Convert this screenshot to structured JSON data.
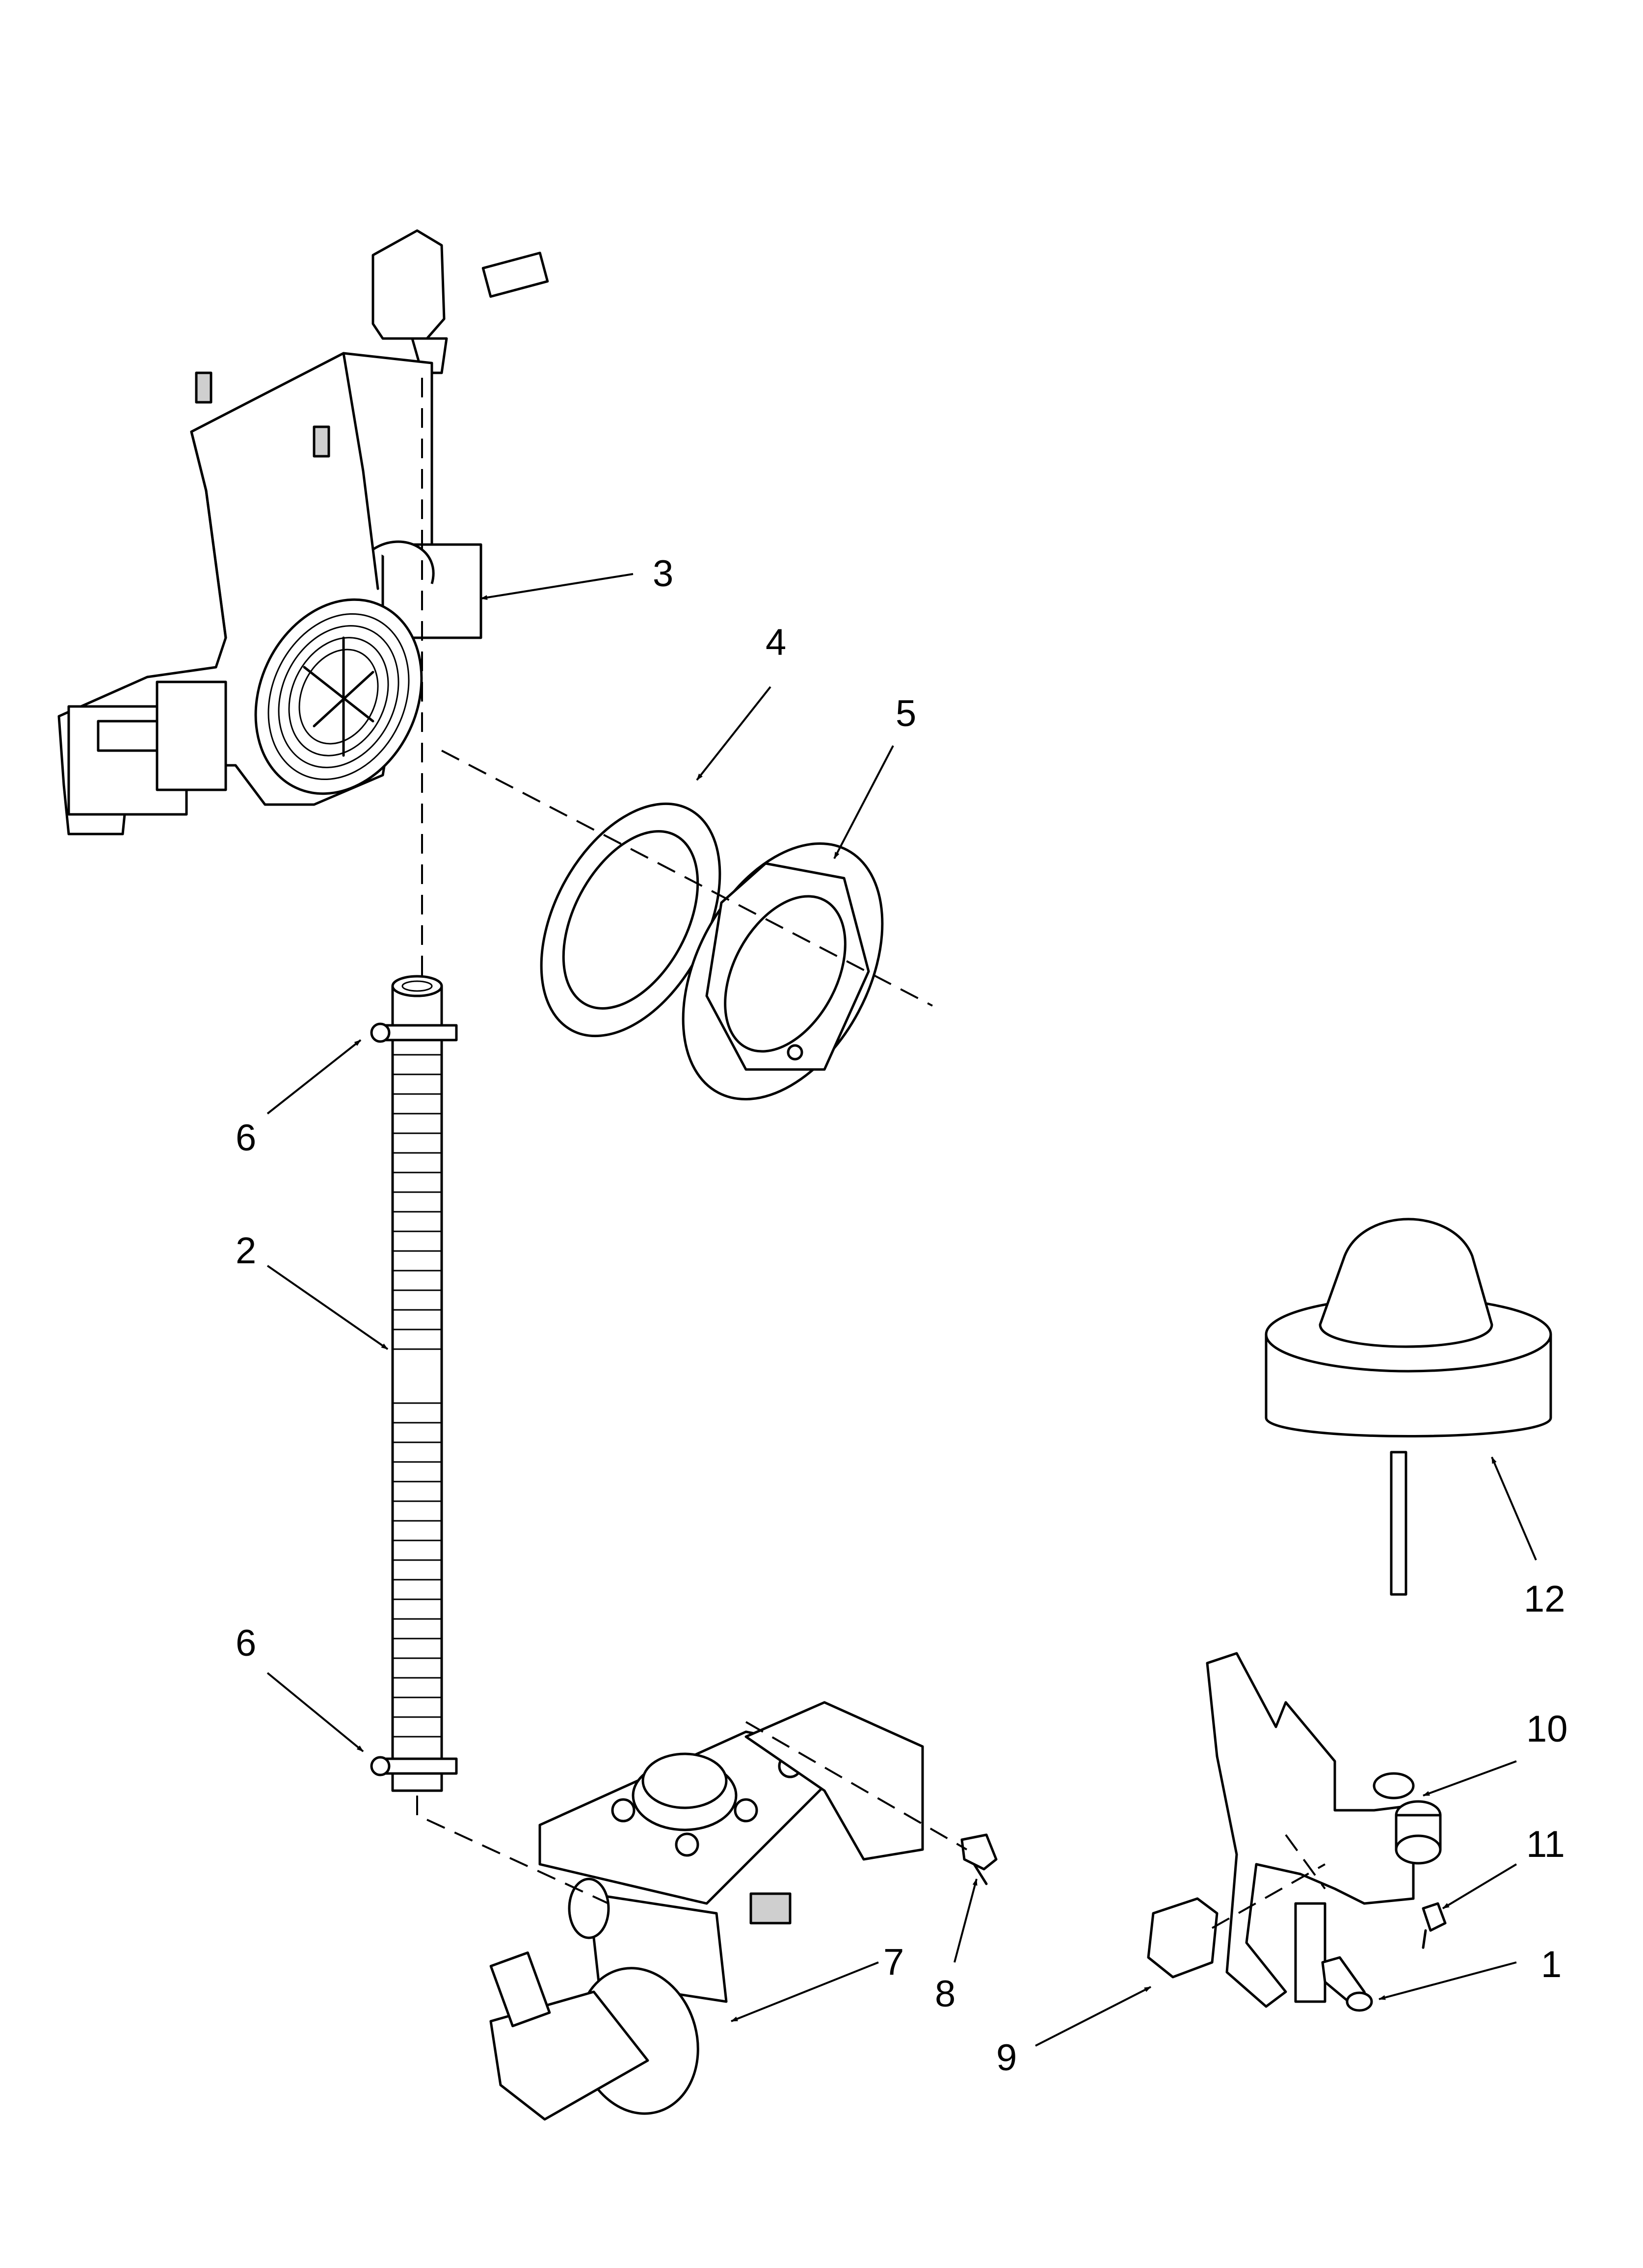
{
  "diagram": {
    "callouts": [
      {
        "id": "3",
        "text": "3"
      },
      {
        "id": "4",
        "text": "4"
      },
      {
        "id": "5",
        "text": "5"
      },
      {
        "id": "6a",
        "text": "6"
      },
      {
        "id": "2",
        "text": "2"
      },
      {
        "id": "6b",
        "text": "6"
      },
      {
        "id": "7",
        "text": "7"
      },
      {
        "id": "8",
        "text": "8"
      },
      {
        "id": "9",
        "text": "9"
      },
      {
        "id": "10",
        "text": "10"
      },
      {
        "id": "11",
        "text": "11"
      },
      {
        "id": "1",
        "text": "1"
      },
      {
        "id": "12",
        "text": "12"
      }
    ]
  }
}
